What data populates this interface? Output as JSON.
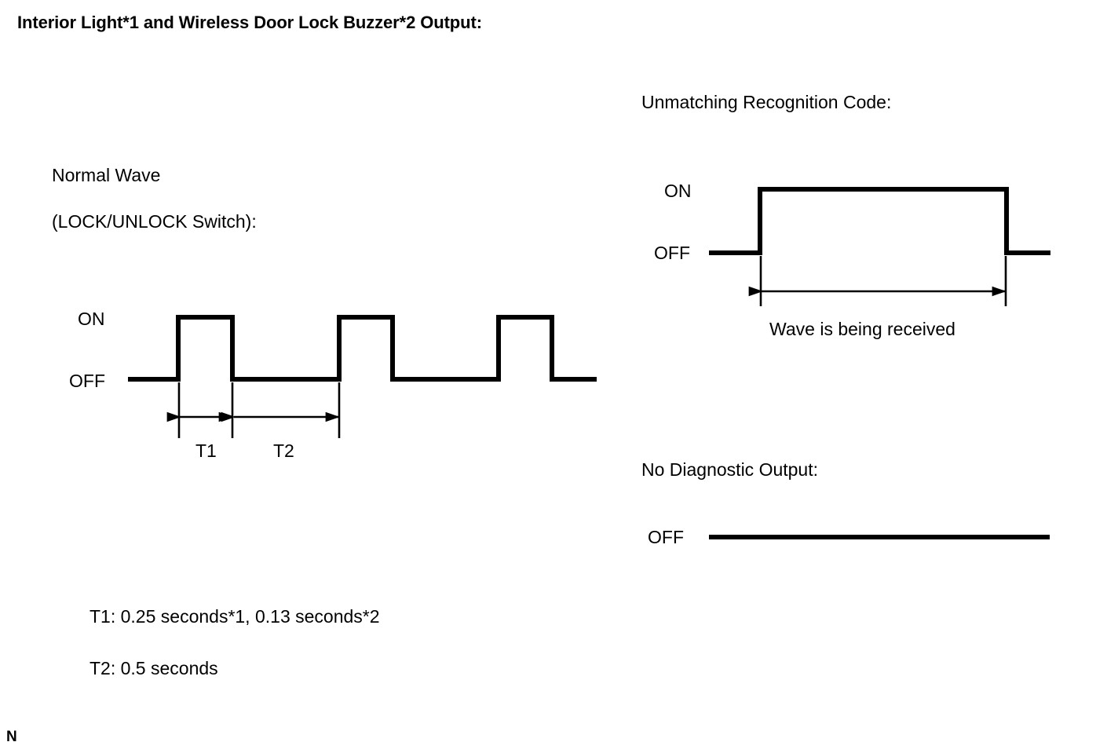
{
  "title": "Interior Light*1 and Wireless Door Lock Buzzer*2 Output:",
  "corner_mark": "N",
  "normal_wave": {
    "label_line1": "Normal Wave",
    "label_line2": "(LOCK/UNLOCK Switch):",
    "on_label": "ON",
    "off_label": "OFF",
    "t1_label": "T1",
    "t2_label": "T2"
  },
  "unmatching": {
    "heading": "Unmatching Recognition Code:",
    "on_label": "ON",
    "off_label": "OFF",
    "caption": "Wave is being received"
  },
  "no_diagnostic": {
    "heading": "No Diagnostic Output:",
    "off_label": "OFF"
  },
  "notes": [
    "T1: 0.25 seconds*1, 0.13 seconds*2",
    "T2: 0.5 seconds"
  ],
  "colors": {
    "stroke": "#000000",
    "background": "#ffffff"
  },
  "chart_data": {
    "type": "line",
    "title": "Interior Light*1 and Wireless Door Lock Buzzer*2 Output:",
    "ylabel": "",
    "xlabel": "",
    "series": [
      {
        "name": "Normal Wave (LOCK/UNLOCK Switch)",
        "states": [
          "OFF",
          "ON",
          "OFF",
          "ON",
          "OFF",
          "ON",
          "OFF"
        ],
        "pulses": 3,
        "levels": [
          "OFF",
          "ON"
        ],
        "annotations": [
          "T1",
          "T2"
        ]
      },
      {
        "name": "Unmatching Recognition Code",
        "states": [
          "OFF",
          "ON",
          "OFF"
        ],
        "pulses": 1,
        "levels": [
          "OFF",
          "ON"
        ],
        "annotations": [
          "Wave is being received"
        ]
      },
      {
        "name": "No Diagnostic Output",
        "states": [
          "OFF"
        ],
        "pulses": 0,
        "levels": [
          "OFF"
        ],
        "annotations": []
      }
    ],
    "timing": {
      "T1": "0.25 seconds*1, 0.13 seconds*2",
      "T2": "0.5 seconds"
    }
  }
}
